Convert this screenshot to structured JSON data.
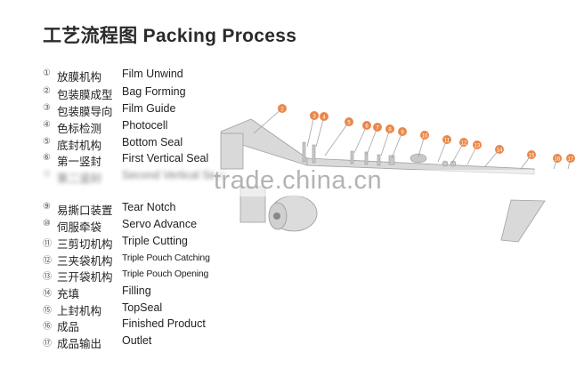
{
  "title": "工艺流程图 Packing Process",
  "watermark": "trade.china.cn",
  "steps": [
    {
      "num": "①",
      "zh": "放膜机构",
      "en": "Film Unwind"
    },
    {
      "num": "②",
      "zh": "包装膜成型",
      "en": "Bag Forming"
    },
    {
      "num": "③",
      "zh": "包装膜导向",
      "en": "Film Guide"
    },
    {
      "num": "④",
      "zh": "色标检测",
      "en": "Photocell"
    },
    {
      "num": "⑤",
      "zh": "底封机构",
      "en": "Bottom Seal"
    },
    {
      "num": "⑥",
      "zh": "第一竖封",
      "en": "First Vertical Seal"
    },
    {
      "num": "⑦",
      "zh": "第二竖封",
      "en": "Second Vertical Seal"
    },
    {
      "num": "⑨",
      "zh": "易撕口装置",
      "en": "Tear Notch"
    },
    {
      "num": "⑩",
      "zh": "伺服牵袋",
      "en": "Servo Advance"
    },
    {
      "num": "⑪",
      "zh": "三剪切机构",
      "en": "Triple Cutting"
    },
    {
      "num": "⑫",
      "zh": "三夹袋机构",
      "en": "Triple Pouch Catching"
    },
    {
      "num": "⑬",
      "zh": "三开袋机构",
      "en": "Triple Pouch Opening"
    },
    {
      "num": "⑭",
      "zh": "充填",
      "en": "Filling"
    },
    {
      "num": "⑮",
      "zh": "上封机构",
      "en": "TopSeal"
    },
    {
      "num": "⑯",
      "zh": "成品",
      "en": "Finished Product"
    },
    {
      "num": "⑰",
      "zh": "成品输出",
      "en": "Outlet"
    }
  ],
  "callouts": [
    "2",
    "3",
    "4",
    "5",
    "6",
    "7",
    "8",
    "9",
    "10",
    "11",
    "12",
    "13",
    "14",
    "15",
    "16",
    "17"
  ],
  "colors": {
    "callout": "#e9884a",
    "machine": "#d6d6d6",
    "outline": "#9a9a9a"
  }
}
